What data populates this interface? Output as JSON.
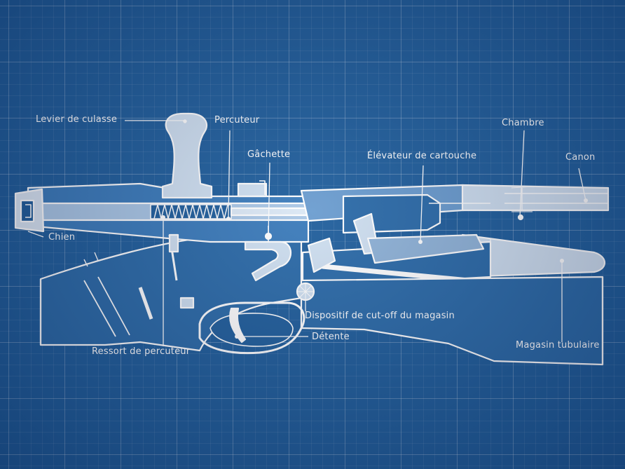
{
  "diagram": {
    "labels": {
      "levier": "Levier de culasse",
      "percuteur": "Percuteur",
      "gachette": "Gâchette",
      "elevateur": "Élévateur de cartouche",
      "chambre": "Chambre",
      "canon": "Canon",
      "chien": "Chien",
      "cutoff": "Dispositif de cut-off du magasin",
      "detente": "Détente",
      "ressort": "Ressort de percuteur",
      "magasin": "Magasin tubulaire"
    },
    "colors": {
      "background": "#1f5e9c",
      "line": "#ffffff",
      "fill_light": "#cfe0f1",
      "fill_mid": "#8fb3d8"
    }
  }
}
